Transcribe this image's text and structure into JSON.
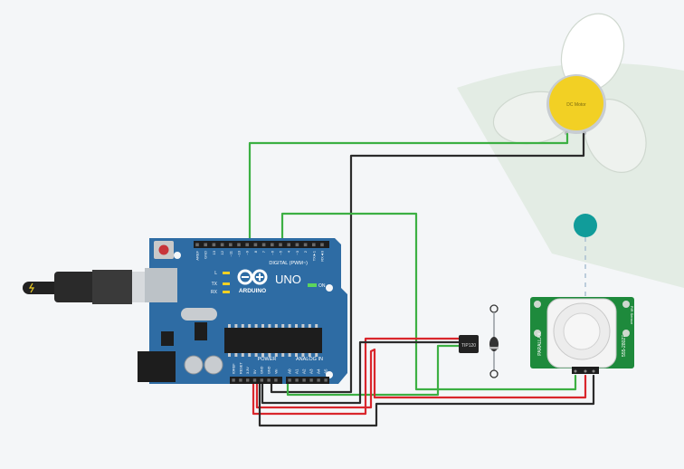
{
  "board": {
    "brand": "ARDUINO",
    "model": "UNO",
    "digital_label": "DIGITAL (PWM~)",
    "analog_label": "ANALOG IN",
    "power_label": "POWER",
    "on_label": "ON",
    "tx_label": "TX",
    "rx_label": "RX",
    "l_label": "L",
    "digital_pins": [
      "AREF",
      "GND",
      "13",
      "12",
      "~11",
      "~10",
      "~9",
      "8",
      "7",
      "~6",
      "~5",
      "4",
      "~3",
      "2",
      "TX►1",
      "RX◄0"
    ],
    "power_pins": [
      "IOREF",
      "RESET",
      "3.3V",
      "5V",
      "GND",
      "GND",
      "Vin"
    ],
    "analog_pins": [
      "A0",
      "A1",
      "A2",
      "A3",
      "A4",
      "A5"
    ],
    "color": "#2e6ca4"
  },
  "motor": {
    "label": "DC Motor",
    "color": "#f2d024"
  },
  "pir": {
    "left_text": "PARALLAX",
    "right_text": "555-28027",
    "bottom_text": "PIR Sensor"
  },
  "transistor": {
    "label": "TIP120"
  },
  "colors": {
    "wire_green": "#3cb043",
    "wire_black": "#2b2b2b",
    "wire_red": "#d9262c",
    "detector": "#119c9a"
  }
}
